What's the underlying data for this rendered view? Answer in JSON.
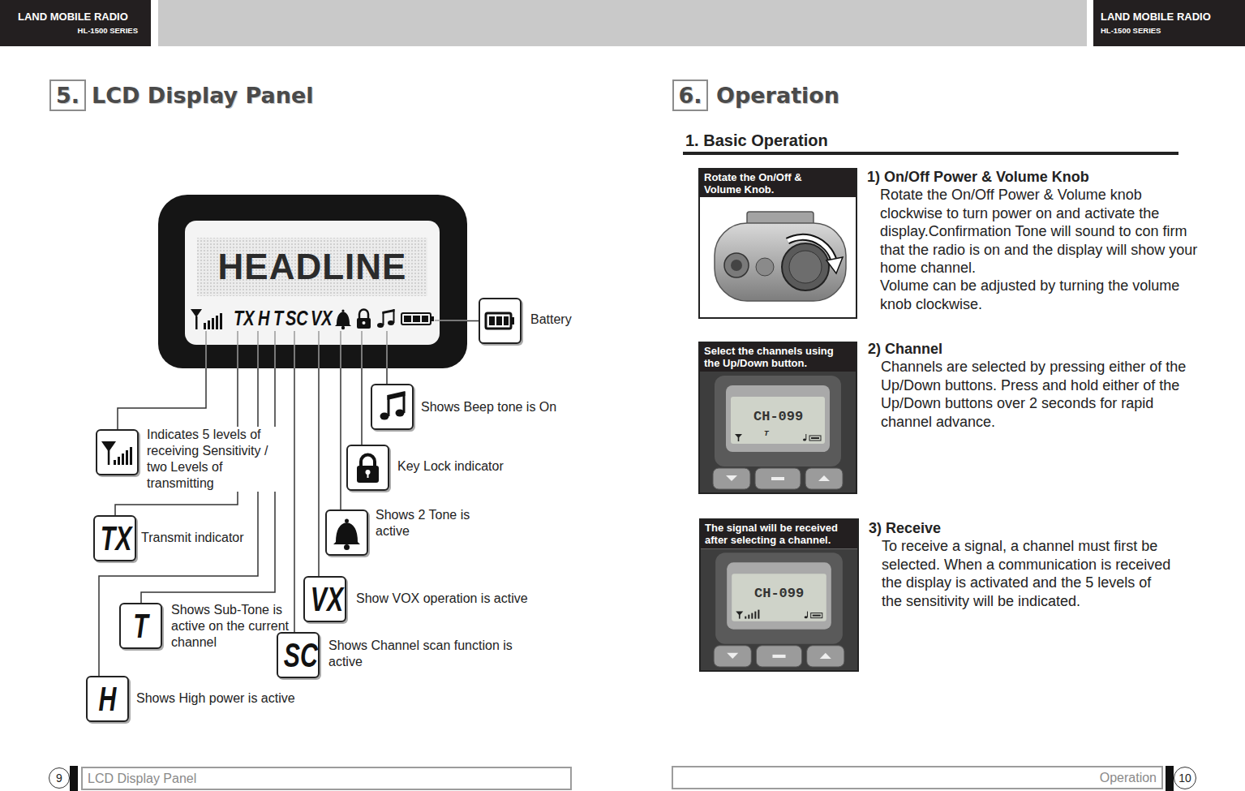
{
  "diagram": {
    "nodes": [
      {
        "text": [
          "LAND MOBILE RADIO",
          "HL-1500 SERIES"
        ]
      },
      {
        "text": [
          "5.",
          "LCD Display Panel"
        ]
      },
      {
        "text": [
          "HEADLINE"
        ]
      },
      {
        "text": [
          "Battery"
        ]
      },
      {
        "text": [
          "Shows Beep tone is On"
        ]
      },
      {
        "text": [
          "Indicates 5 levels of receiving Sensitivity / two Levels of transmitting"
        ]
      },
      {
        "text": [
          "Key Lock indicator"
        ]
      },
      {
        "text": [
          "Shows 2 Tone is active"
        ]
      },
      {
        "text": [
          "TX",
          "Transmit indicator"
        ]
      },
      {
        "text": [
          "VX",
          "Show VOX operation is active"
        ]
      },
      {
        "text": [
          "T",
          "Shows Sub-Tone is active on the current channel"
        ]
      },
      {
        "text": [
          "SC",
          "Shows Channel scan function is active"
        ]
      },
      {
        "text": [
          "H",
          "Shows High power is active"
        ]
      },
      {
        "text": [
          "9"
        ]
      },
      {
        "text": [
          "LCD Display Panel"
        ]
      },
      {
        "text": [
          "LAND MOBILE RADIO",
          "HL-1500 SERIES"
        ]
      },
      {
        "text": [
          "6.",
          "Operation"
        ]
      },
      {
        "text": [
          "Rotate the On/Off & Volume Knob."
        ]
      },
      {
        "text": [
          "Select the channels using the Up/Down button."
        ]
      },
      {
        "text": [
          "The signal will be received after selecting a channel."
        ]
      },
      {
        "text": [
          "Operation"
        ]
      },
      {
        "text": [
          "10"
        ]
      }
    ],
    "edges": [
      {
        "from": 2,
        "to": 3,
        "arrow": "none"
      },
      {
        "from": 2,
        "to": 4,
        "arrow": "none"
      },
      {
        "from": 2,
        "to": 5,
        "arrow": "none"
      },
      {
        "from": 2,
        "to": 6,
        "arrow": "none"
      },
      {
        "from": 2,
        "to": 7,
        "arrow": "none"
      },
      {
        "from": 2,
        "to": 8,
        "arrow": "none"
      },
      {
        "from": 2,
        "to": 9,
        "arrow": "none"
      },
      {
        "from": 2,
        "to": 10,
        "arrow": "none"
      },
      {
        "from": 2,
        "to": 11,
        "arrow": "none"
      },
      {
        "from": 2,
        "to": 12,
        "arrow": "none"
      }
    ],
    "labels": [
      "TX",
      "H",
      "T",
      "SC",
      "VX",
      "1. Basic Operation",
      "1) On/Off Power & Volume Knob",
      "Rotate the On/Off Power & Volume knob clockwise to turn power on and activate the display.Confirmation Tone will sound to con firm that the radio is on and the display will show your home channel.",
      "Volume can be adjusted by turning the volume knob clockwise.",
      "2) Channel",
      "Channels are selected by pressing either of the Up/Down buttons. Press and hold either of the Up/Down buttons over 2 seconds for rapid channel advance.",
      "CH-099",
      "T",
      "3) Receive",
      "To receive a signal, a channel must first be selected. When a communication is received the display is activated and the 5 levels of the sensitivity will be indicated.",
      "CH-099"
    ]
  }
}
